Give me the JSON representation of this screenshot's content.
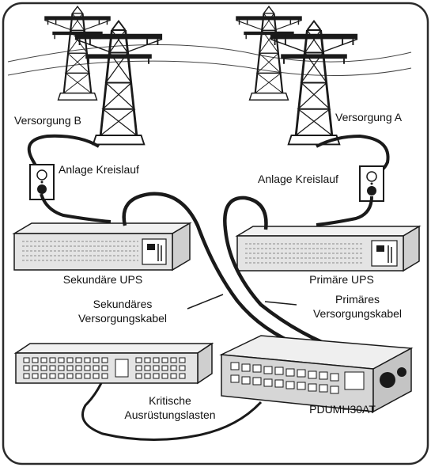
{
  "labels": {
    "supply_b": "Versorgung B",
    "supply_a": "Versorgung A",
    "circuit_left": "Anlage Kreislauf",
    "circuit_right": "Anlage Kreislauf",
    "ups_secondary": "Sekundäre UPS",
    "ups_primary": "Primäre UPS",
    "cable_secondary_line1": "Sekundäres",
    "cable_secondary_line2": "Versorgungskabel",
    "cable_primary_line1": "Primäres",
    "cable_primary_line2": "Versorgungskabel",
    "loads_line1": "Kritische",
    "loads_line2": "Ausrüstungslasten",
    "pdu_model": "PDUMH30AT"
  },
  "icons": [
    "power-tower-icon",
    "wall-outlet-icon",
    "ups-icon",
    "equipment-rack-icon",
    "pdu-icon"
  ],
  "colors": {
    "line": "#1a1a1a",
    "frame": "#2a2a2a",
    "device_fill": "#e4e4e4",
    "background": "#ffffff"
  }
}
